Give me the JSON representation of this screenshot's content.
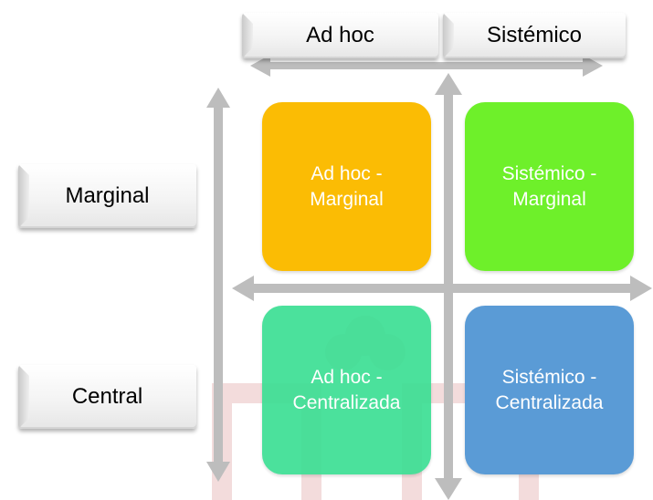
{
  "columns": {
    "adhoc": "Ad hoc",
    "sistemico": "Sistémico"
  },
  "rows": {
    "marginal": "Marginal",
    "central": "Central"
  },
  "quadrants": {
    "adhoc_marginal": {
      "line1": "Ad hoc -",
      "line2": "Marginal",
      "color": "#fbbc04"
    },
    "sistemico_marginal": {
      "line1": "Sistémico -",
      "line2": "Marginal",
      "color": "#6ef02a"
    },
    "adhoc_central": {
      "line1": "Ad hoc -",
      "line2": "Centralizada",
      "color": "#3edf95"
    },
    "sistemico_central": {
      "line1": "Sistémico -",
      "line2": "Centralizada",
      "color": "#5a9bd6"
    }
  },
  "colors": {
    "arrow": "#bdbdbd",
    "watermark": "#f3dcdc"
  }
}
